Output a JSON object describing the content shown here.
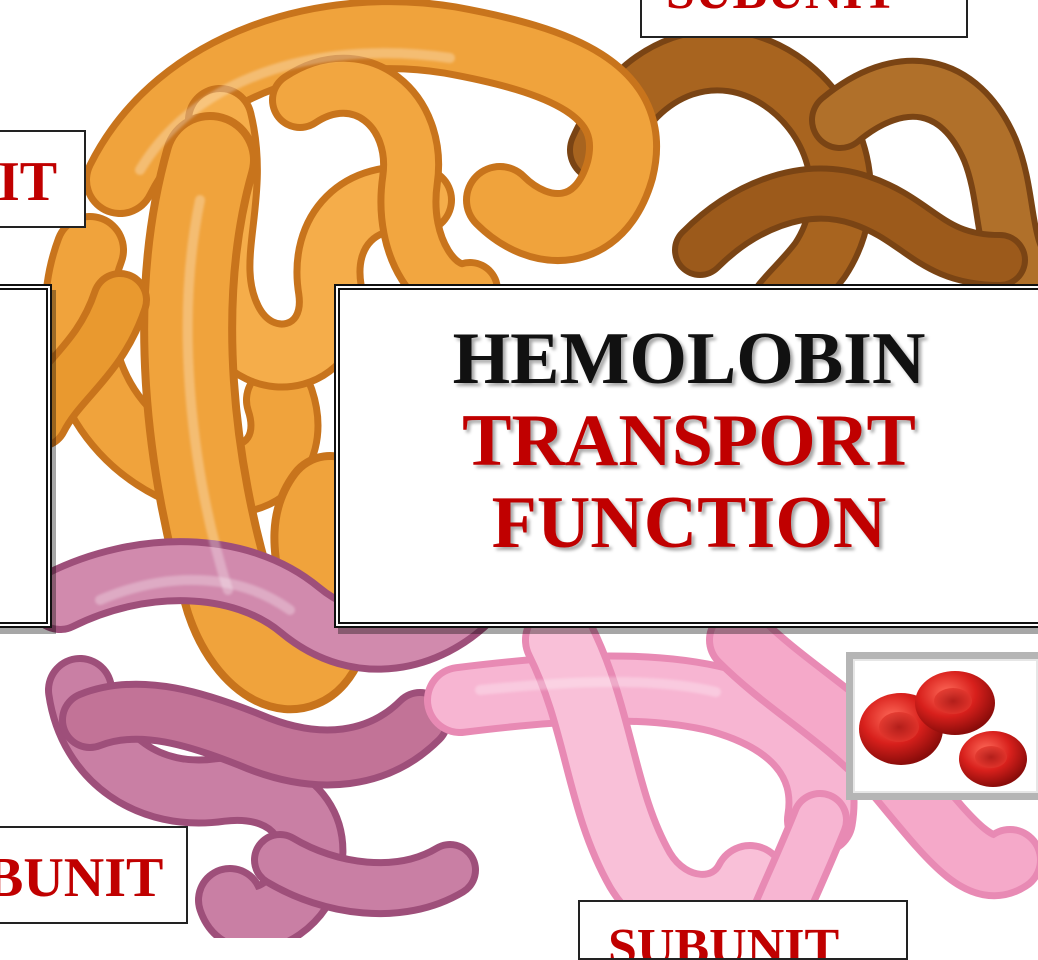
{
  "title": {
    "line1": "HEMOLOBIN",
    "line2": "TRANSPORT",
    "line3": "FUNCTION"
  },
  "labels": {
    "top_right": "SUBUNIT",
    "left_upper": "IT",
    "bottom_left": "BUNIT",
    "bottom_right": "SUBUNIT"
  },
  "colors": {
    "title_black": "#111111",
    "title_red": "#c00000",
    "subunit_orange": "#e8962e",
    "subunit_brown": "#a8641f",
    "subunit_mauve": "#c97fa4",
    "subunit_pink": "#f5a9c9",
    "red_blood_cell": "#d8201c"
  },
  "images": {
    "protein_structure": "hemoglobin-ribbon-illustration",
    "red_blood_cells": "red-blood-cells-icon"
  }
}
